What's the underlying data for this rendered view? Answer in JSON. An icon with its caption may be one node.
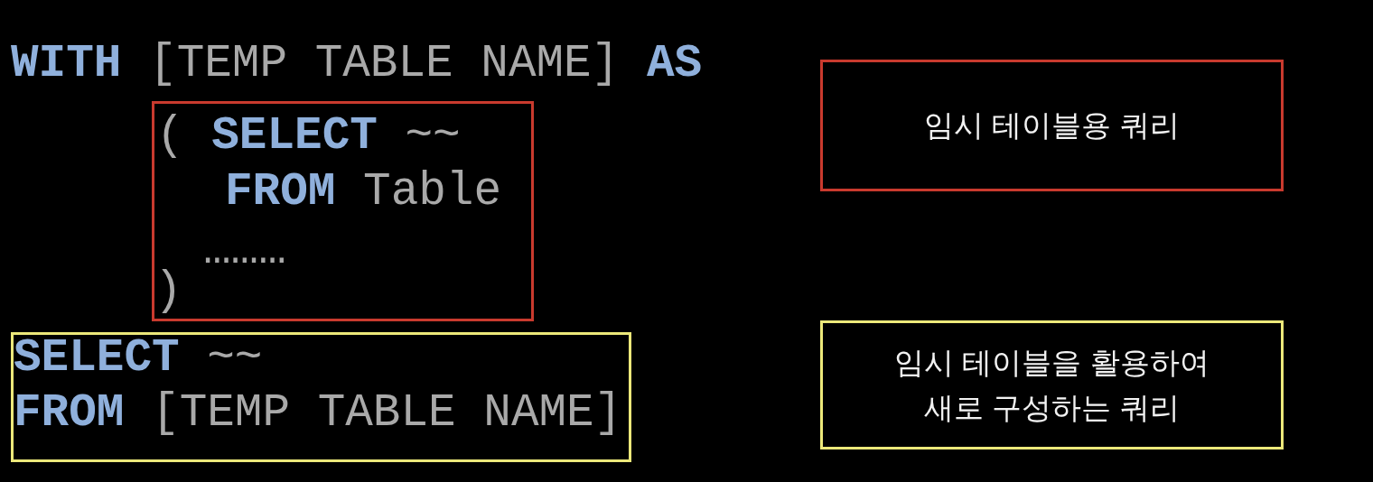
{
  "diagram": {
    "nodes": [
      {
        "text": [
          "( **SELECT** ~~",
          "**FROM** Table",
          "………",
          ")"
        ]
      },
      {
        "text": [
          "임시 테이블용 쿼리"
        ]
      },
      {
        "text": [
          "**SELECT** ~~",
          "**FROM** [TEMP TABLE NAME]"
        ]
      },
      {
        "text": [
          "임시 테이블을 활용하여 새로 구성하는 쿼리"
        ]
      }
    ],
    "labels": [
      "**WITH** [TEMP TABLE NAME] **AS**"
    ]
  }
}
